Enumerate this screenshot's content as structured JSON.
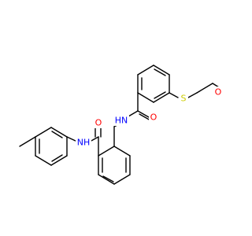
{
  "colors": {
    "carbon": "#000000",
    "oxygen": "#ff0000",
    "nitrogen": "#0000ff",
    "sulfur": "#cccc00",
    "background": "#ffffff"
  },
  "atoms": {
    "S": {
      "label": "S"
    },
    "O_methoxy": {
      "label": "O"
    },
    "O_amide1": {
      "label": "O"
    },
    "N_amide1": {
      "label": "HN"
    },
    "O_amide2": {
      "label": "O"
    },
    "N_amide2": {
      "label": "NH"
    }
  }
}
